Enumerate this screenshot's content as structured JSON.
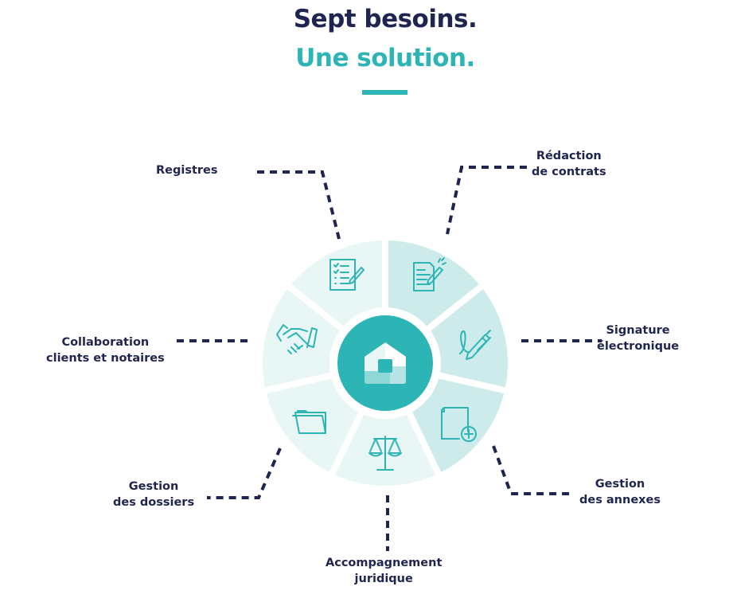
{
  "heading": {
    "line1": "Sept besoins.",
    "line2": "Une solution."
  },
  "colors": {
    "navy": "#1f2550",
    "teal": "#2db5b6",
    "segment_light": "#e8f6f6",
    "segment_dark": "#cdebea"
  },
  "center_icon": "house-logo-icon",
  "segments": [
    {
      "id": "redaction",
      "label1": "Rédaction",
      "label2": "de contrats",
      "icon": "contract-pen-icon",
      "tone": "dark"
    },
    {
      "id": "signature",
      "label1": "Signature",
      "label2": "électronique",
      "icon": "signature-pen-icon",
      "tone": "dark"
    },
    {
      "id": "annexes",
      "label1": "Gestion",
      "label2": "des annexes",
      "icon": "document-add-icon",
      "tone": "dark"
    },
    {
      "id": "accompagnement",
      "label1": "Accompagnement",
      "label2": "juridique",
      "icon": "scales-icon",
      "tone": "light"
    },
    {
      "id": "dossiers",
      "label1": "Gestion",
      "label2": "des dossiers",
      "icon": "folder-icon",
      "tone": "light"
    },
    {
      "id": "collaboration",
      "label1": "Collaboration",
      "label2": "clients et notaires",
      "icon": "handshake-icon",
      "tone": "light"
    },
    {
      "id": "registres",
      "label1": "Registres",
      "label2": "",
      "icon": "checklist-icon",
      "tone": "light"
    }
  ]
}
